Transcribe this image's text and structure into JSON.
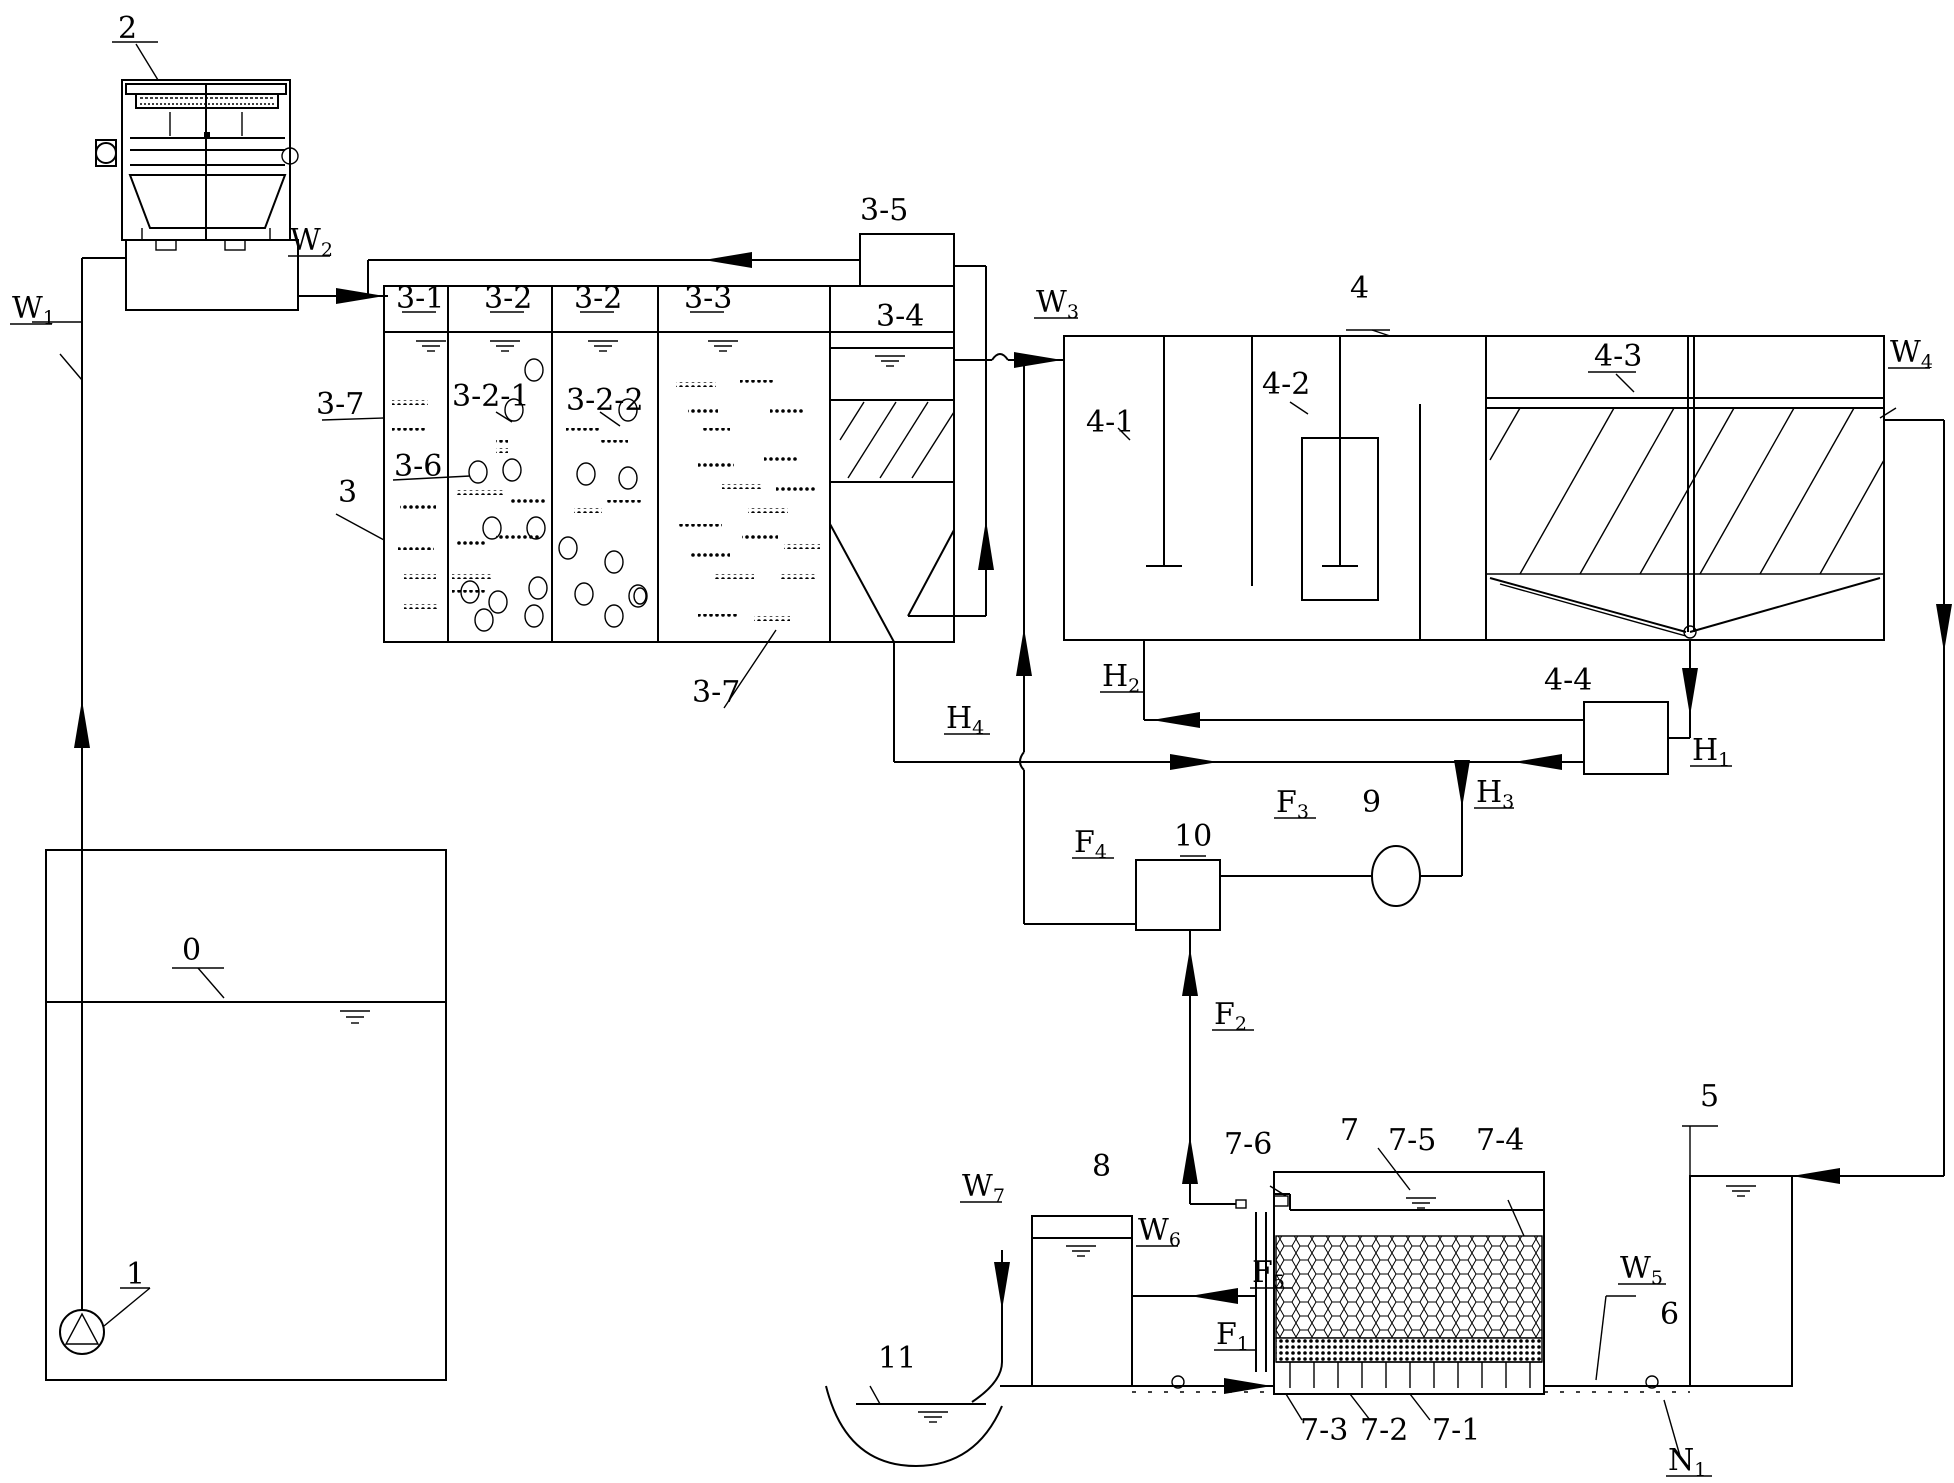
{
  "labels": {
    "n0": "0",
    "n1": "1",
    "n2": "2",
    "n3": "3",
    "n4": "4",
    "n5": "5",
    "n6": "6",
    "n7": "7",
    "n8": "8",
    "n9": "9",
    "n10": "10",
    "n11": "11",
    "n3_1": "3-1",
    "n3_2a": "3-2",
    "n3_2b": "3-2",
    "n3_3": "3-3",
    "n3_4": "3-4",
    "n3_5": "3-5",
    "n3_6": "3-6",
    "n3_7a": "3-7",
    "n3_7b": "3-7",
    "n3_2_1": "3-2-1",
    "n3_2_2": "3-2-2",
    "n4_1": "4-1",
    "n4_2": "4-2",
    "n4_3": "4-3",
    "n4_4": "4-4",
    "n7_1": "7-1",
    "n7_2": "7-2",
    "n7_3": "7-3",
    "n7_4": "7-4",
    "n7_5": "7-5",
    "n7_6": "7-6"
  },
  "flow_labels": {
    "w1": [
      "W",
      "1"
    ],
    "w2": [
      "W",
      "2"
    ],
    "w3": [
      "W",
      "3"
    ],
    "w4": [
      "W",
      "4"
    ],
    "w5": [
      "W",
      "5"
    ],
    "w6": [
      "W",
      "6"
    ],
    "w7": [
      "W",
      "7"
    ],
    "h1": [
      "H",
      "1"
    ],
    "h2": [
      "H",
      "2"
    ],
    "h3": [
      "H",
      "3"
    ],
    "h4": [
      "H",
      "4"
    ],
    "f1": [
      "F",
      "1"
    ],
    "f2": [
      "F",
      "2"
    ],
    "f3": [
      "F",
      "3"
    ],
    "f4": [
      "F",
      "4"
    ],
    "f5": [
      "F",
      "5"
    ],
    "n_1": [
      "N",
      "1"
    ]
  }
}
